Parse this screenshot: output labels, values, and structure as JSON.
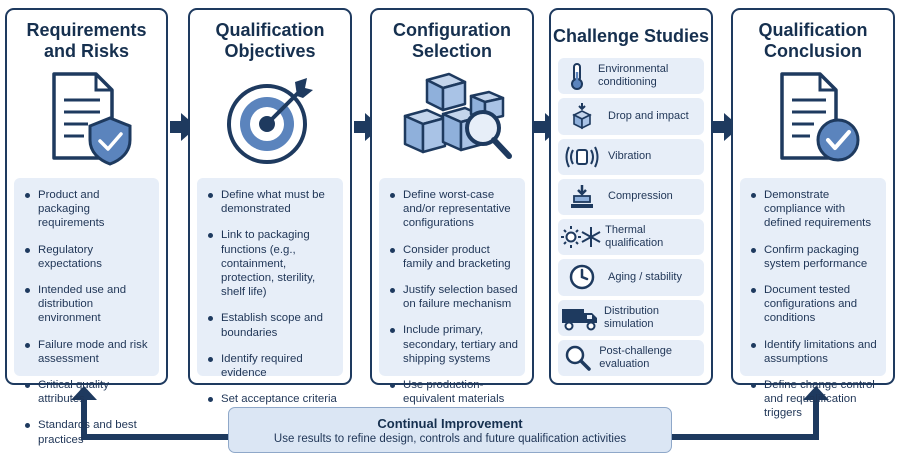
{
  "panels": [
    {
      "title": [
        "Requirements",
        "and Risks"
      ],
      "icon": "document-shield-icon",
      "bullets": [
        "Product and packaging requirements",
        "Regulatory expectations",
        "Intended use and distribution environment",
        "Failure mode and risk assessment",
        "Critical quality attributes",
        "Standards and best practices"
      ]
    },
    {
      "title": [
        "Qualification",
        "Objectives"
      ],
      "icon": "target-arrow-icon",
      "bullets": [
        "Define what must be demonstrated",
        "Link to packaging functions (e.g., containment, protection, sterility, shelf life)",
        "Establish scope and boundaries",
        "Identify required evidence",
        "Set acceptance criteria"
      ]
    },
    {
      "title": [
        "Configuration",
        "Selection"
      ],
      "icon": "boxes-magnifier-icon",
      "bullets": [
        "Define worst-case and/or representative configurations",
        "Consider product family and bracketing",
        "Justify selection based on failure mechanism",
        "Include primary, secondary, tertiary and shipping systems",
        "Use production-equivalent materials and processes"
      ]
    },
    {
      "title": [
        "Challenge Studies"
      ],
      "challenges": [
        {
          "label": "Environmental conditioning",
          "icon": "thermometer-icon"
        },
        {
          "label": "Drop and impact",
          "icon": "drop-box-icon"
        },
        {
          "label": "Vibration",
          "icon": "vibration-icon"
        },
        {
          "label": "Compression",
          "icon": "compression-icon"
        },
        {
          "label": "Thermal qualification",
          "icon": "sun-snowflake-icon"
        },
        {
          "label": "Aging / stability",
          "icon": "clock-icon"
        },
        {
          "label": "Distribution simulation",
          "icon": "truck-icon"
        },
        {
          "label": "Post-challenge evaluation",
          "icon": "magnifier-icon"
        }
      ]
    },
    {
      "title": [
        "Qualification",
        "Conclusion"
      ],
      "icon": "document-check-icon",
      "bullets": [
        "Demonstrate compliance with defined requirements",
        "Confirm packaging system performance",
        "Document tested configurations and conditions",
        "Identify limitations and assumptions",
        "Define change control and requalification triggers"
      ]
    }
  ],
  "continual_improvement": {
    "title": "Continual Improvement",
    "subtitle": "Use results to refine design, controls and future qualification activities"
  },
  "colors": {
    "navy": "#1e3a5f",
    "panel_fill": "#e7eef8",
    "accent_blue": "#5b84bd"
  }
}
